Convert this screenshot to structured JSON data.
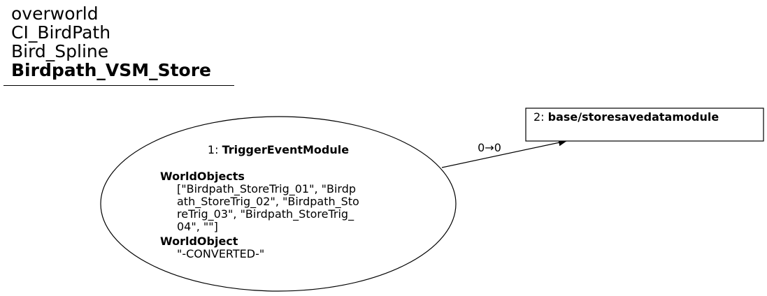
{
  "title": {
    "lines": [
      "overworld",
      "CI_BirdPath",
      "Bird_Spline"
    ],
    "main": "Birdpath_VSM_Store"
  },
  "nodes": [
    {
      "id": "1: ",
      "name": "TriggerEventModule",
      "shape": "ellipse",
      "params": [
        {
          "key": "WorldObjects",
          "value_lines": [
            "[\"Birdpath_StoreTrig_01\", \"Birdp",
            "ath_StoreTrig_02\", \"Birdpath_Sto",
            "reTrig_03\", \"Birdpath_StoreTrig_",
            "04\", \"\"]"
          ]
        },
        {
          "key": "WorldObject",
          "value_lines": [
            "\"-CONVERTED-\""
          ]
        }
      ]
    },
    {
      "id": "2: ",
      "name": "base/storesavedatamodule",
      "shape": "box"
    }
  ],
  "edges": [
    {
      "from": 0,
      "to": 1,
      "label": "0→0"
    }
  ],
  "colors": {
    "stroke": "#000000",
    "background": "#ffffff"
  }
}
